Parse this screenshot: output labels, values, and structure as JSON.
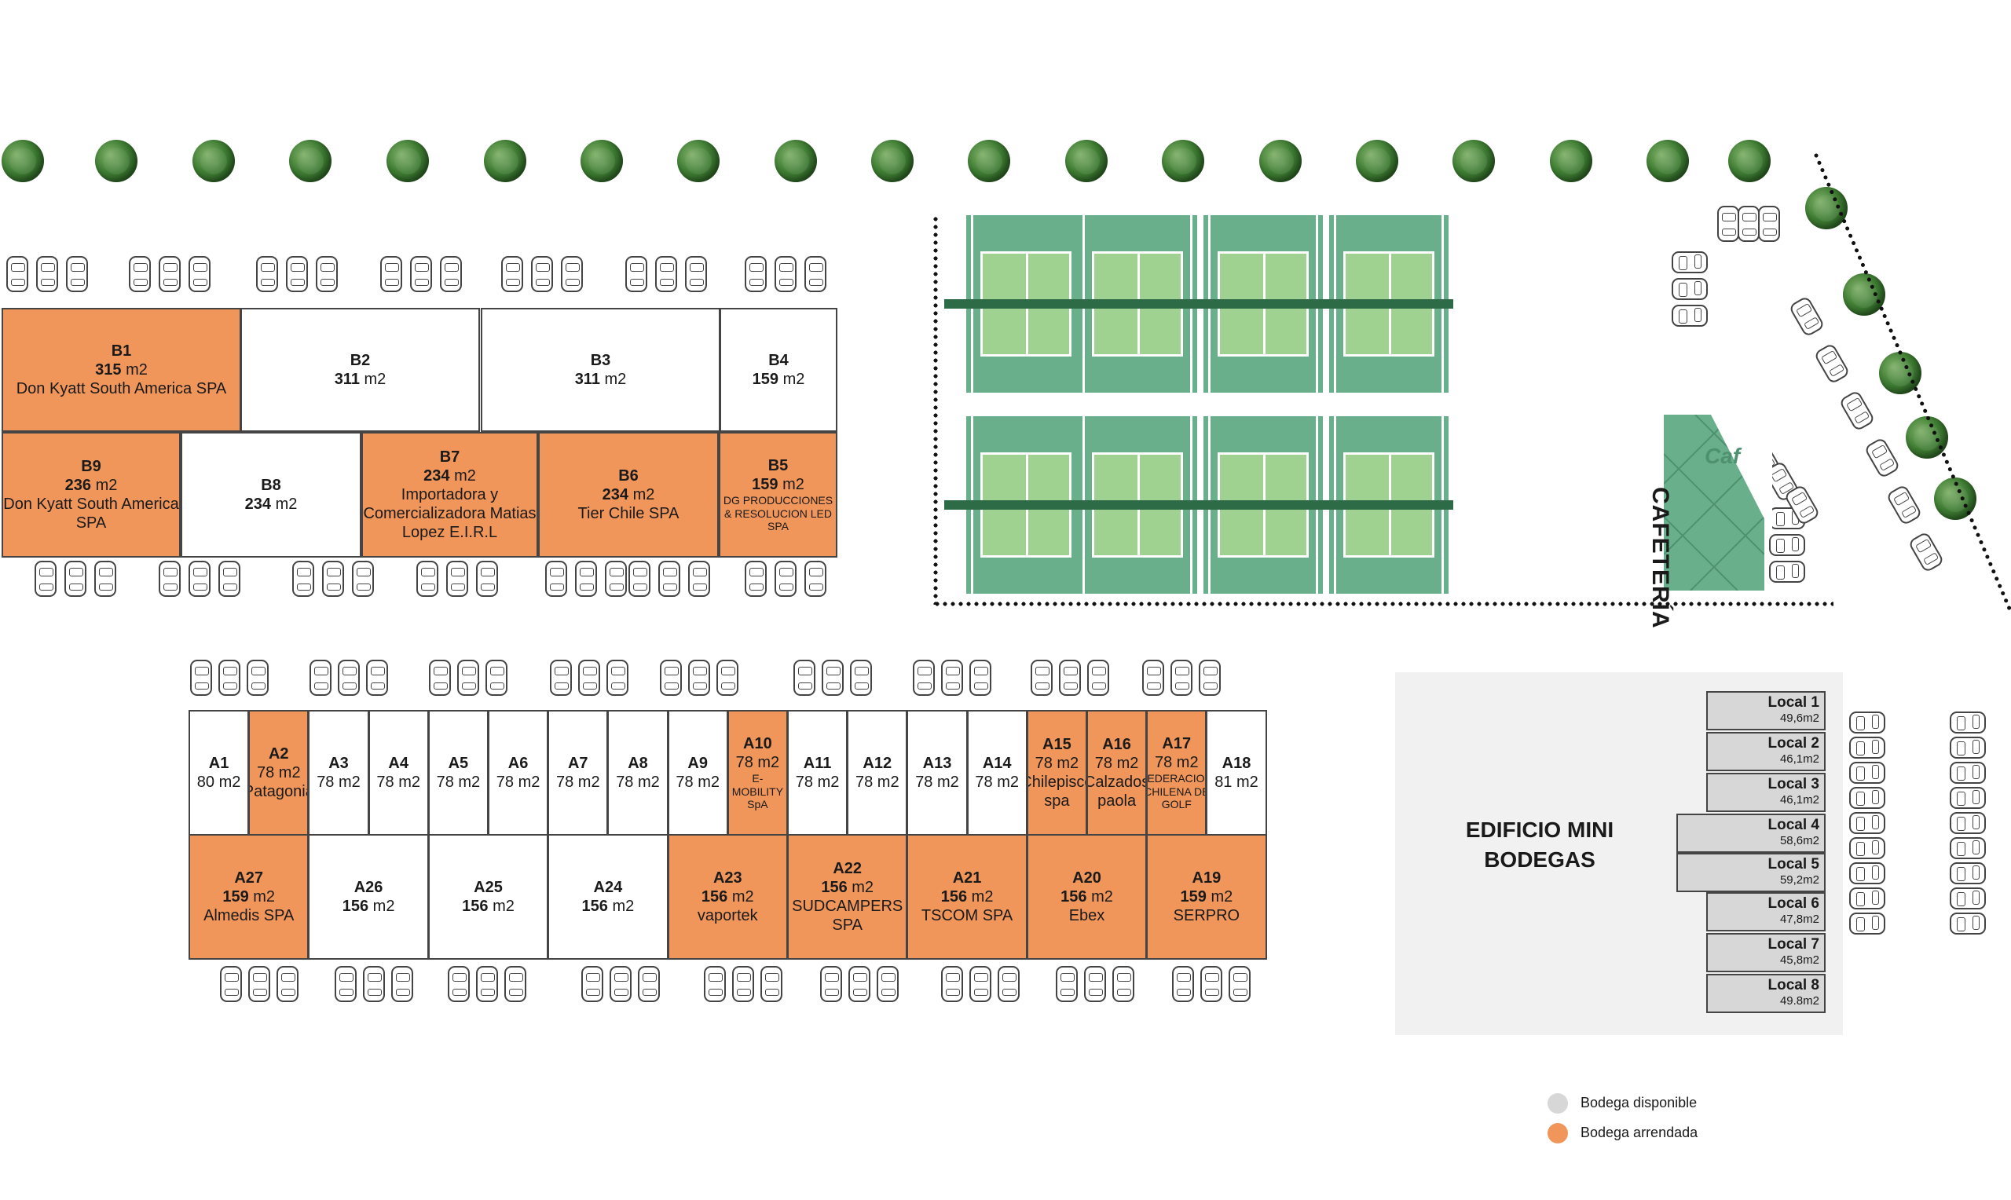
{
  "colors": {
    "available": "#d7d7d7",
    "rented": "#f0965b",
    "court": "#6aaf8c",
    "court_inner": "#9fd290",
    "cafe": "#6aaf8c"
  },
  "block_b": {
    "units": [
      {
        "id": "B1",
        "area": "315",
        "unit": "m2",
        "tenant": "Don Kyatt South America SPA",
        "status": "rented"
      },
      {
        "id": "B2",
        "area": "311",
        "unit": "m2",
        "tenant": "",
        "status": "available"
      },
      {
        "id": "B3",
        "area": "311",
        "unit": "m2",
        "tenant": "",
        "status": "available"
      },
      {
        "id": "B4",
        "area": "159",
        "unit": "m2",
        "tenant": "",
        "status": "available"
      },
      {
        "id": "B9",
        "area": "236",
        "unit": "m2",
        "tenant": "Don Kyatt South America SPA",
        "status": "rented"
      },
      {
        "id": "B8",
        "area": "234",
        "unit": "m2",
        "tenant": "",
        "status": "available"
      },
      {
        "id": "B7",
        "area": "234",
        "unit": "m2",
        "tenant": "Importadora y Comercializadora Matias Lopez E.I.R.L",
        "status": "rented"
      },
      {
        "id": "B6",
        "area": "234",
        "unit": "m2",
        "tenant": "Tier Chile SPA",
        "status": "rented"
      },
      {
        "id": "B5",
        "area": "159",
        "unit": "m2",
        "tenant": "DG PRODUCCIONES & RESOLUCION LED SPA",
        "status": "rented"
      }
    ]
  },
  "block_a": {
    "top_row": [
      {
        "id": "A1",
        "text": "80 m2",
        "tenant": "",
        "status": "available"
      },
      {
        "id": "A2",
        "text": "78 m2",
        "tenant": "Patagonia",
        "status": "rented"
      },
      {
        "id": "A3",
        "text": "78 m2",
        "tenant": "",
        "status": "available"
      },
      {
        "id": "A4",
        "text": "78 m2",
        "tenant": "",
        "status": "available"
      },
      {
        "id": "A5",
        "text": "78 m2",
        "tenant": "",
        "status": "available"
      },
      {
        "id": "A6",
        "text": "78 m2",
        "tenant": "",
        "status": "available"
      },
      {
        "id": "A7",
        "text": "78 m2",
        "tenant": "",
        "status": "available"
      },
      {
        "id": "A8",
        "text": "78 m2",
        "tenant": "",
        "status": "available"
      },
      {
        "id": "A9",
        "text": "78 m2",
        "tenant": "",
        "status": "available"
      },
      {
        "id": "A10",
        "text": "78 m2",
        "tenant": "E-MOBILITY SpA",
        "status": "rented"
      },
      {
        "id": "A11",
        "text": "78 m2",
        "tenant": "",
        "status": "available"
      },
      {
        "id": "A12",
        "text": "78 m2",
        "tenant": "",
        "status": "available"
      },
      {
        "id": "A13",
        "text": "78 m2",
        "tenant": "",
        "status": "available"
      },
      {
        "id": "A14",
        "text": "78 m2",
        "tenant": "",
        "status": "available"
      },
      {
        "id": "A15",
        "text": "78 m2",
        "tenant": "Chilepisco spa",
        "status": "rented"
      },
      {
        "id": "A16",
        "text": "78 m2",
        "tenant": "Calzados paola",
        "status": "rented"
      },
      {
        "id": "A17",
        "text": "78 m2",
        "tenant": "FEDERACION CHILENA DE GOLF",
        "status": "rented"
      },
      {
        "id": "A18",
        "text": "81 m2",
        "tenant": "",
        "status": "available"
      }
    ],
    "bottom_row": [
      {
        "id": "A27",
        "area": "159",
        "unit": "m2",
        "tenant": "Almedis SPA",
        "status": "rented"
      },
      {
        "id": "A26",
        "area": "156",
        "unit": "m2",
        "tenant": "",
        "status": "available"
      },
      {
        "id": "A25",
        "area": "156",
        "unit": "m2",
        "tenant": "",
        "status": "available"
      },
      {
        "id": "A24",
        "area": "156",
        "unit": "m2",
        "tenant": "",
        "status": "available"
      },
      {
        "id": "A23",
        "area": "156",
        "unit": "m2",
        "tenant": "vaportek",
        "status": "rented"
      },
      {
        "id": "A22",
        "area": "156",
        "unit": "m2",
        "tenant": "SUDCAMPERS SPA",
        "status": "rented"
      },
      {
        "id": "A21",
        "area": "156",
        "unit": "m2",
        "tenant": "TSCOM SPA",
        "status": "rented"
      },
      {
        "id": "A20",
        "area": "156",
        "unit": "m2",
        "tenant": "Ebex",
        "status": "rented"
      },
      {
        "id": "A19",
        "area": "159",
        "unit": "m2",
        "tenant": "SERPRO",
        "status": "rented"
      }
    ]
  },
  "cafeteria": {
    "label": "CAFETERÍA",
    "sign": "Caf"
  },
  "mini_bodegas": {
    "title_line1": "EDIFICIO MINI",
    "title_line2": "BODEGAS",
    "locals": [
      {
        "name": "Local 1",
        "area": "49,6m2"
      },
      {
        "name": "Local 2",
        "area": "46,1m2"
      },
      {
        "name": "Local 3",
        "area": "46,1m2"
      },
      {
        "name": "Local 4",
        "area": "58,6m2"
      },
      {
        "name": "Local 5",
        "area": "59,2m2"
      },
      {
        "name": "Local 6",
        "area": "47,8m2"
      },
      {
        "name": "Local 7",
        "area": "45,8m2"
      },
      {
        "name": "Local 8",
        "area": "49.8m2"
      }
    ]
  },
  "legend": {
    "available": "Bodega disponible",
    "rented": "Bodega arrendada"
  },
  "decor": {
    "tree_icon": "tree-icon",
    "car_icon": "car-icon",
    "court_icon": "tennis-court-icon"
  }
}
